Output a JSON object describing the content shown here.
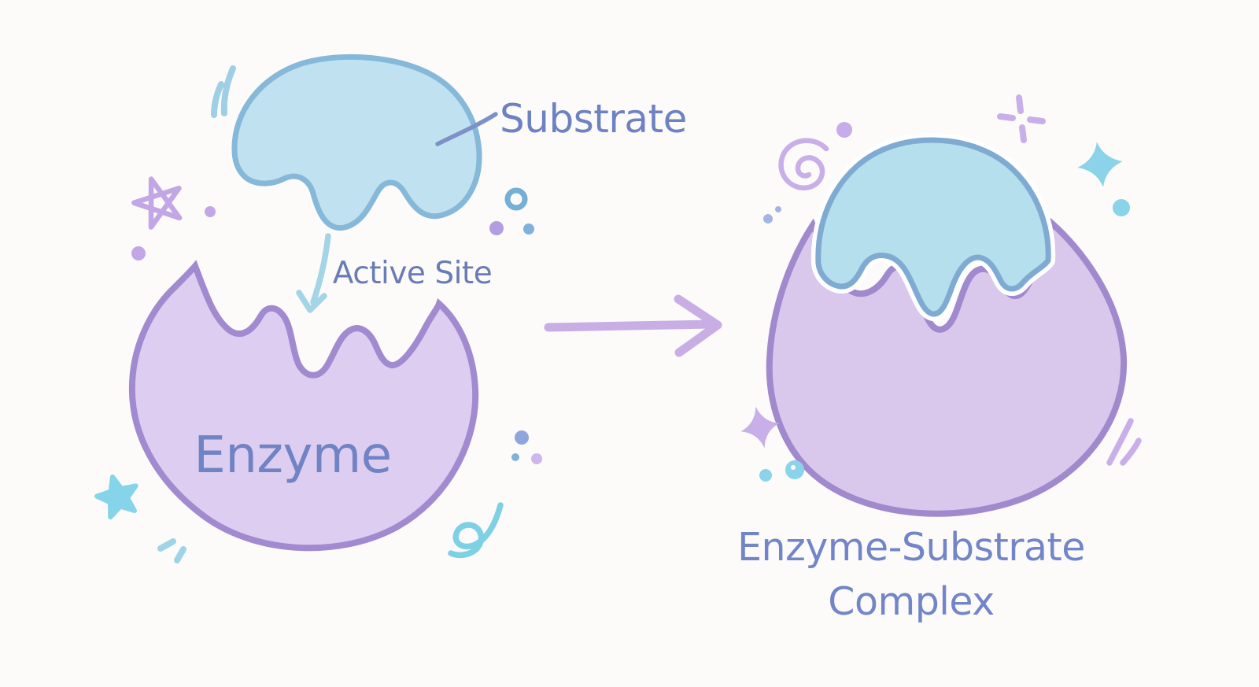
{
  "diagram": {
    "title": "Enzyme and substrate binding (lock-and-key) illustration",
    "labels": {
      "substrate": "Substrate",
      "active_site": "Active Site",
      "enzyme": "Enzyme",
      "complex_line1": "Enzyme-Substrate",
      "complex_line2": "Complex"
    },
    "colors": {
      "background": "#fcfbf9",
      "substrate_fill": "#c0e1ef",
      "substrate_stroke": "#85b8d9",
      "enzyme_fill": "#ddcdf0",
      "enzyme_stroke": "#a28ad0",
      "complex_enzyme_fill": "#d9c8ec",
      "complex_enzyme_stroke": "#a189cd",
      "complex_substrate_fill": "#b5dfec",
      "complex_substrate_stroke": "#7fabd2",
      "label_text": "#6e82c3",
      "active_site_text": "#697db4",
      "enzyme_text": "#7083c4",
      "complex_text": "#7285c8",
      "reaction_arrow": "#c9aee6",
      "active_site_arrow": "#a3d5e6",
      "label_connector": "#7e90ca",
      "accent_blue": "#8bd3e9",
      "accent_purple": "#c9afe9"
    },
    "decorations": [
      {
        "name": "speed-dashes-blue-icon",
        "color": "#9fcfe4"
      },
      {
        "name": "doodle-star-purple-icon",
        "color": "#c2a6e6"
      },
      {
        "name": "filled-star-blue-icon",
        "color": "#86d4ea"
      },
      {
        "name": "ring-dot-blue-icon",
        "color": "#76aed6"
      },
      {
        "name": "swirl-blue-icon",
        "color": "#7ed0e4"
      },
      {
        "name": "spiral-purple-icon",
        "color": "#c9afe9"
      },
      {
        "name": "plus-sparkle-purple-icon",
        "color": "#c9afe9"
      },
      {
        "name": "sparkle-blue-icon",
        "color": "#8bd3e9"
      },
      {
        "name": "sparkle-purple-icon",
        "color": "#c9afe9"
      },
      {
        "name": "speed-dashes-purple-icon",
        "color": "#c9afe9"
      },
      {
        "name": "dot-purple",
        "color": "#c2a6e6"
      },
      {
        "name": "dot-blue",
        "color": "#7fb2da"
      },
      {
        "name": "dot-periwinkle",
        "color": "#8ea6dc"
      }
    ]
  }
}
